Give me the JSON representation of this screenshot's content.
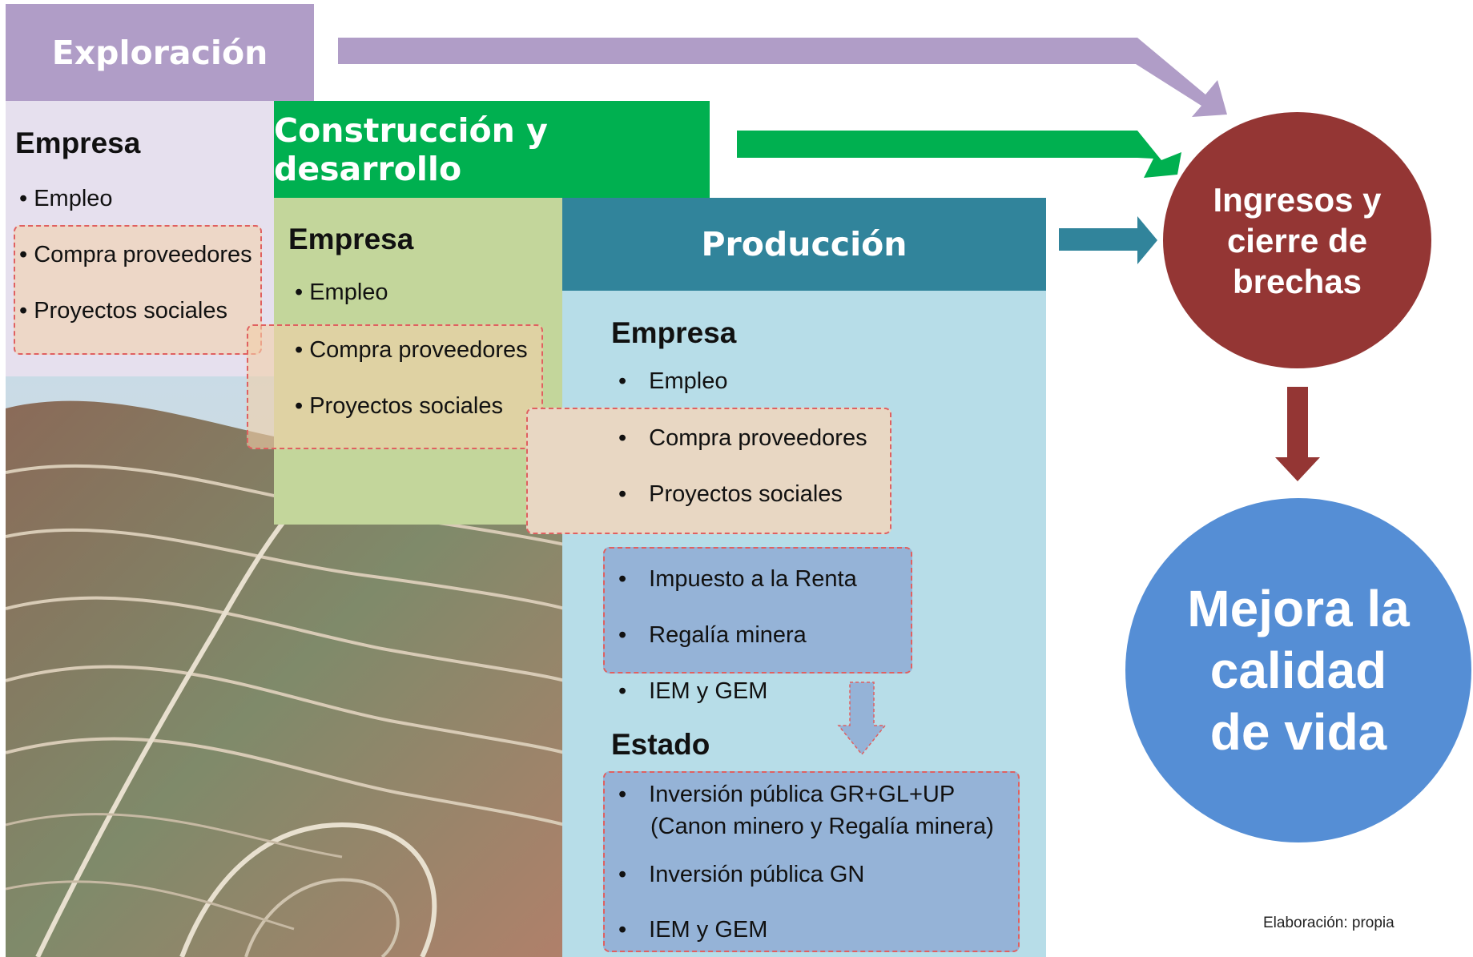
{
  "exploracion": {
    "title": "Exploración",
    "empresa": "Empresa",
    "items": [
      "Empleo",
      "Compra proveedores",
      "Proyectos sociales"
    ]
  },
  "construccion": {
    "title": "Construcción y desarrollo",
    "empresa": "Empresa",
    "items": [
      "Empleo",
      "Compra proveedores",
      "Proyectos sociales"
    ]
  },
  "produccion": {
    "title": "Producción",
    "empresa": "Empresa",
    "items": [
      "Empleo",
      "Compra proveedores",
      "Proyectos sociales",
      "Impuesto a la Renta",
      "Regalía minera",
      "IEM y GEM"
    ],
    "estado": "Estado",
    "estado_items": [
      "Inversión pública GR+GL+UP",
      "(Canon minero y Regalía minera)",
      "Inversión pública GN",
      "IEM y GEM"
    ]
  },
  "ingresos": {
    "line1": "Ingresos y",
    "line2": "cierre de",
    "line3": "brechas"
  },
  "mejora": {
    "line1": "Mejora la",
    "line2": "calidad",
    "line3": "de vida"
  },
  "bullet": "•",
  "credit": "Elaboración: propia",
  "colors": {
    "exploracion": "#b09dc7",
    "exploracion_light": "#e6e0ee",
    "construccion": "#00b050",
    "construccion_light": "#c3d69b",
    "produccion": "#31849b",
    "produccion_light": "#b7dde8",
    "ingresos": "#943634",
    "mejora": "#558ed5",
    "highlight_peach": "#f2cfa8",
    "highlight_blue": "#95b3d7"
  }
}
